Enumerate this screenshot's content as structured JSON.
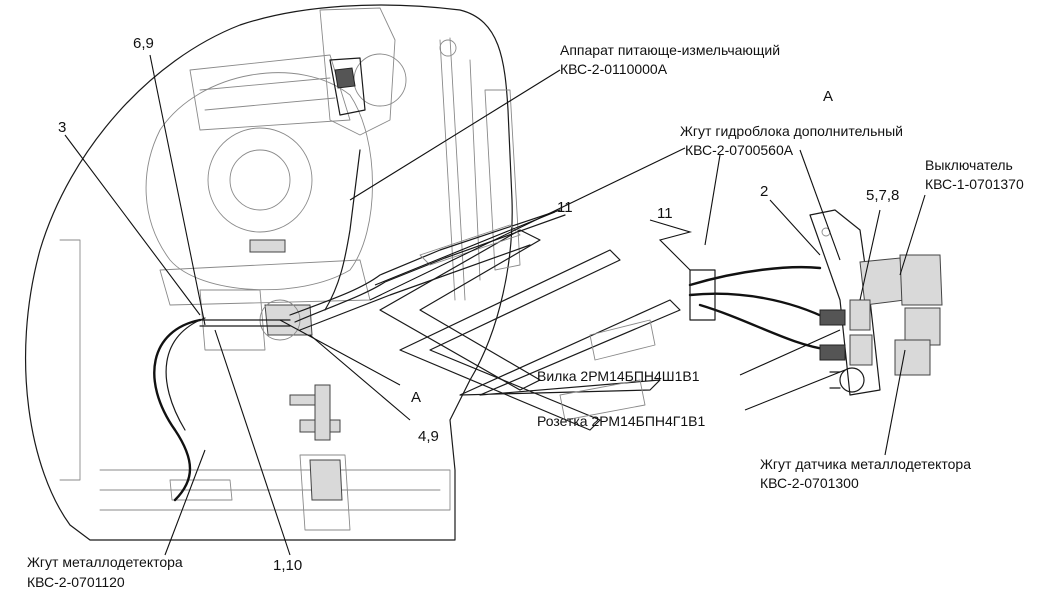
{
  "callouts": {
    "n_6_9": "6,9",
    "n_3": "3",
    "n_11_a": "11",
    "n_11_b": "11",
    "n_2": "2",
    "n_5_7_8": "5,7,8",
    "n_4_9": "4,9",
    "n_1_10": "1,10",
    "view_a_top": "А",
    "view_a_bottom": "А"
  },
  "labels": {
    "apparatus_line1": "Аппарат питающе-измельчающий",
    "apparatus_line2": "КВС-2-0110000А",
    "hydro_line1": "Жгут гидроблока дополнительный",
    "hydro_line2": "КВС-2-0700560А",
    "switch_line1": "Выключатель",
    "switch_line2": "КВС-1-0701370",
    "plug": "Вилка 2РМ14БПН4Ш1В1",
    "socket": "Розетка 2РМ14БПН4Г1В1",
    "sensor_line1": "Жгут датчика металлодетектора",
    "sensor_line2": "КВС-2-0701300",
    "metal_line1": "Жгут металлодетектора",
    "metal_line2": "КВС-2-0701120"
  }
}
